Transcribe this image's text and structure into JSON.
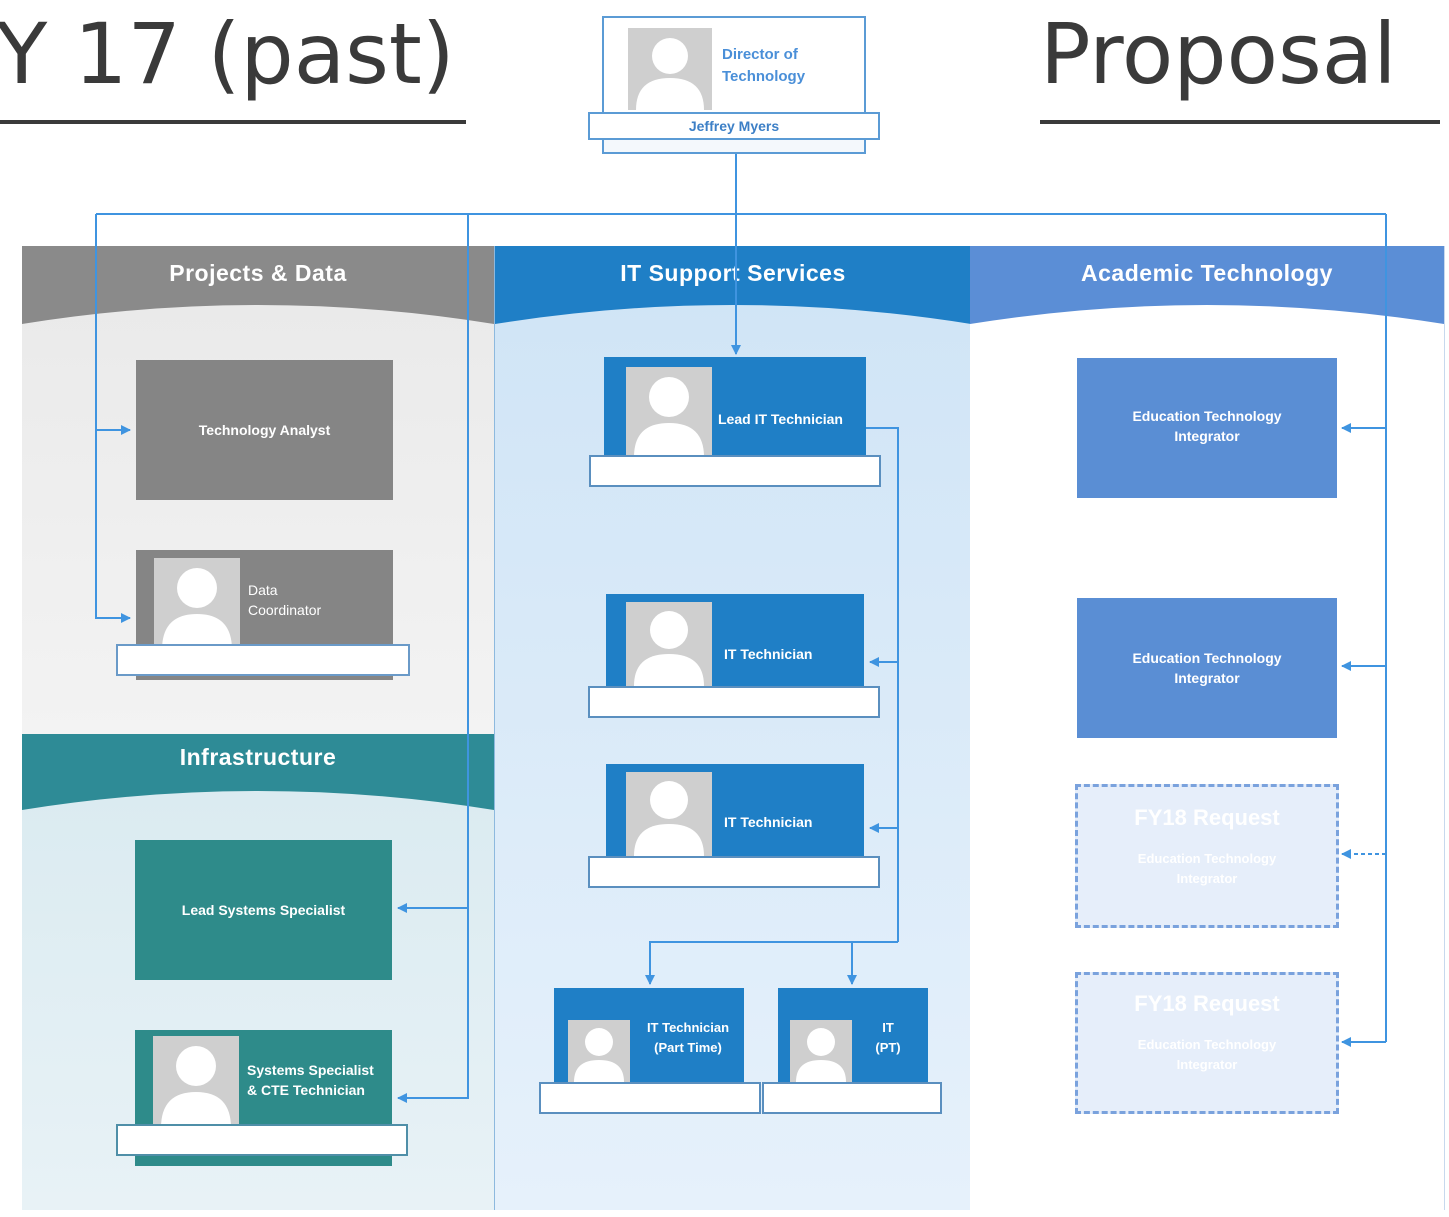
{
  "titles": {
    "left": "Y 17 (past)",
    "right": "Proposal"
  },
  "director": {
    "title_line1": "Director of",
    "title_line2": "Technology",
    "name": "Jeffrey Myers"
  },
  "columns": {
    "projects_data": "Projects & Data",
    "infrastructure": "Infrastructure",
    "it_support": "IT Support  Services",
    "academic": "Academic Technology"
  },
  "roles": {
    "technology_analyst": "Technology Analyst",
    "data_coordinator_1": "Data",
    "data_coordinator_2": "Coordinator",
    "lead_systems": "Lead Systems Specialist",
    "systems_cte_1": "Systems Specialist",
    "systems_cte_2": "& CTE Technician",
    "lead_it_tech": "Lead IT Technician",
    "it_tech_a": "IT Technician",
    "it_tech_b": "IT Technician",
    "it_pt_1": "IT Technician",
    "it_pt_2": "(Part Time)",
    "it_short_1": "IT",
    "it_short_2": "(PT)",
    "edtech_1a": "Education Technology",
    "edtech_1b": "Integrator",
    "edtech_2a": "Education Technology",
    "edtech_2b": "Integrator"
  },
  "requests": {
    "req1_title": "FY18 Request",
    "req1_sub1": "Education Technology",
    "req1_sub2": "Integrator",
    "req2_title": "FY18 Request",
    "req2_sub1": "Education Technology",
    "req2_sub2": "Integrator"
  },
  "colors": {
    "projects": "#8a8a8a",
    "infrastructure": "#2e8b96",
    "it_support": "#1f7fc6",
    "academic": "#5b8ed6",
    "connector": "#3f94e0"
  }
}
